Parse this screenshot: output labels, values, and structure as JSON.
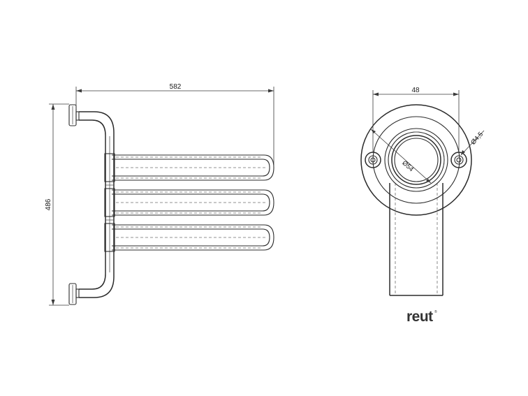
{
  "dimensions": {
    "width": "582",
    "height": "486",
    "flange_width": "48",
    "pipe_diameter": "Ø54",
    "hole_diameter": "Ø4,5"
  },
  "logo": {
    "text": "reut",
    "superscript": "®"
  },
  "colors": {
    "line": "#2b2b2b",
    "background": "#ffffff"
  }
}
